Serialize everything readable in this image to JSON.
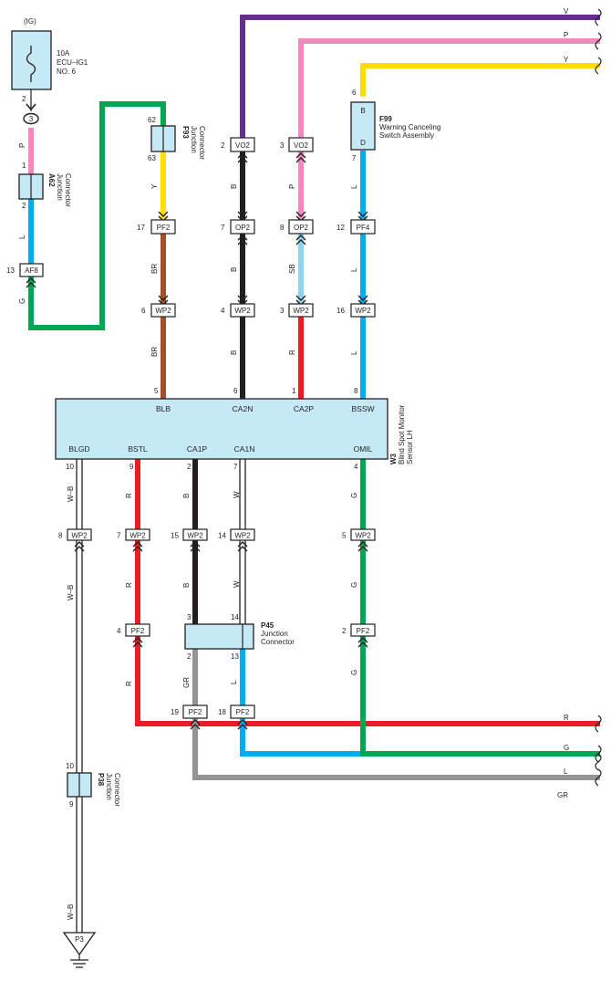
{
  "power": {
    "ig_label": "(IG)",
    "fuse_rating": "10A",
    "fuse_name": "ECU–IG1",
    "fuse_no": "NO. 6",
    "pin_out": "2",
    "connector_no": "3"
  },
  "components": {
    "a62": {
      "id": "A62",
      "name1": "Junction",
      "name2": "Connector",
      "pin_top": "1",
      "pin_bottom": "2"
    },
    "f93": {
      "id": "F93",
      "name1": "Junction",
      "name2": "Connector",
      "pin_top": "62",
      "pin_bottom": "63"
    },
    "f99": {
      "id": "F99",
      "name1": "Warning Canceling",
      "name2": "Switch Assembly",
      "pin_top": "6",
      "pin_bottom": "7",
      "terminal_b": "B",
      "terminal_d": "D"
    },
    "w3": {
      "id": "W3",
      "name1": "Blind Spot Monitor",
      "name2": "Sensor LH",
      "top_terminals": [
        "BLB",
        "CA2N",
        "CA2P",
        "BSSW"
      ],
      "top_pins": [
        "5",
        "6",
        "1",
        "8"
      ],
      "bottom_terminals": [
        "BLGD",
        "BSTL",
        "CA1P",
        "CA1N",
        "OMIL"
      ],
      "bottom_pins": [
        "10",
        "9",
        "2",
        "7",
        "4"
      ]
    },
    "p45": {
      "id": "P45",
      "name1": "Junction",
      "name2": "Connector",
      "pin_tl": "3",
      "pin_tr": "14",
      "pin_bl": "2",
      "pin_br": "13"
    },
    "p38": {
      "id": "P38",
      "name1": "Junction",
      "name2": "Connector",
      "pin_top": "10",
      "pin_bottom": "9"
    },
    "ground": {
      "label": "P3"
    }
  },
  "connectors": {
    "af8": {
      "label": "AF8",
      "pin": "13"
    },
    "f93_pf2": {
      "label": "PF2",
      "pin": "17"
    },
    "f93_wp2": {
      "label": "WP2",
      "pin": "6"
    },
    "vo2_a": {
      "label": "VO2",
      "pin": "2"
    },
    "vo2_b": {
      "label": "VO2",
      "pin": "3"
    },
    "op2_a": {
      "label": "OP2",
      "pin": "7"
    },
    "op2_b": {
      "label": "OP2",
      "pin": "8"
    },
    "pf4": {
      "label": "PF4",
      "pin": "12"
    },
    "wp2_a": {
      "label": "WP2",
      "pin": "4"
    },
    "wp2_b": {
      "label": "WP2",
      "pin": "3"
    },
    "wp2_c": {
      "label": "WP2",
      "pin": "16"
    },
    "wp2_d": {
      "label": "WP2",
      "pin": "8"
    },
    "wp2_e": {
      "label": "WP2",
      "pin": "7"
    },
    "wp2_f": {
      "label": "WP2",
      "pin": "15"
    },
    "wp2_g": {
      "label": "WP2",
      "pin": "14"
    },
    "wp2_h": {
      "label": "WP2",
      "pin": "5"
    },
    "pf2_a": {
      "label": "PF2",
      "pin": "4"
    },
    "pf2_b": {
      "label": "PF2",
      "pin": "2"
    },
    "pf2_c": {
      "label": "PF2",
      "pin": "19"
    },
    "pf2_d": {
      "label": "PF2",
      "pin": "18"
    }
  },
  "wire_labels": {
    "p_a62": "P",
    "l_a62": "L",
    "g_af8": "G",
    "y_f93": "Y",
    "br_1": "BR",
    "br_2": "BR",
    "b_ca2n_1": "B",
    "b_ca2n_2": "B",
    "b_ca2n_3": "B",
    "p_ca2p": "P",
    "sb_ca2p": "SB",
    "r_ca2p": "R",
    "l_bssw_1": "L",
    "l_bssw_2": "L",
    "l_bssw_3": "L",
    "wb_1": "W–B",
    "wb_2": "W–B",
    "wb_3": "W–B",
    "r_bstl_1": "R",
    "r_bstl_2": "R",
    "r_bstl_3": "R",
    "b_ca1p_1": "B",
    "b_ca1p_2": "B",
    "w_ca1n_1": "W",
    "w_ca1n_2": "W",
    "gr_p45": "GR",
    "l_p45": "L",
    "g_omil_1": "G",
    "g_omil_2": "G",
    "g_omil_3": "G"
  },
  "edge_labels": {
    "v": "V",
    "p": "P",
    "y": "Y",
    "g": "G",
    "l": "L",
    "gr": "GR",
    "r": "R"
  },
  "wire_colors": {
    "V": "#652d90",
    "P": "#f389bd",
    "Y": "#ffde00",
    "G": "#00a651",
    "L": "#00aeef",
    "BR": "#a0522d",
    "B": "#231f20",
    "R": "#ed1c24",
    "SB": "#8fd3f2",
    "GR": "#959595",
    "W": "#ffffff",
    "W-B": "#ffffff"
  }
}
